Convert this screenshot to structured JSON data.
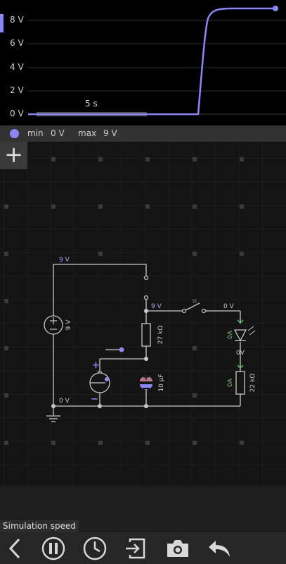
{
  "graph": {
    "y_labels": [
      "8 V",
      "6 V",
      "4 V",
      "2 V",
      "0 V"
    ],
    "time_label": "5 s",
    "line_color": "#8b86f5"
  },
  "legend": {
    "min_label": "min",
    "min_value": "0 V",
    "max_label": "max",
    "max_value": "9 V"
  },
  "toolbar_add_label": "+",
  "circuit": {
    "top_wire_voltage": "9 V",
    "battery_label": "9 V",
    "mid_node_voltage": "9 V",
    "switch_out_voltage": "0 V",
    "ground_voltage": "0 V",
    "led_current": "0A",
    "led_out_voltage": "0V",
    "resistor1_label": "27 kΩ",
    "capacitor_label": "10 µF",
    "resistor2_current": "0A",
    "resistor2_label": "22 kΩ",
    "plus_sign": "+",
    "minus_sign": "−"
  },
  "simulation_speed_label": "Simulation speed",
  "icons": [
    "back-icon",
    "pause-icon",
    "clock-icon",
    "export-icon",
    "camera-icon",
    "undo-icon"
  ]
}
